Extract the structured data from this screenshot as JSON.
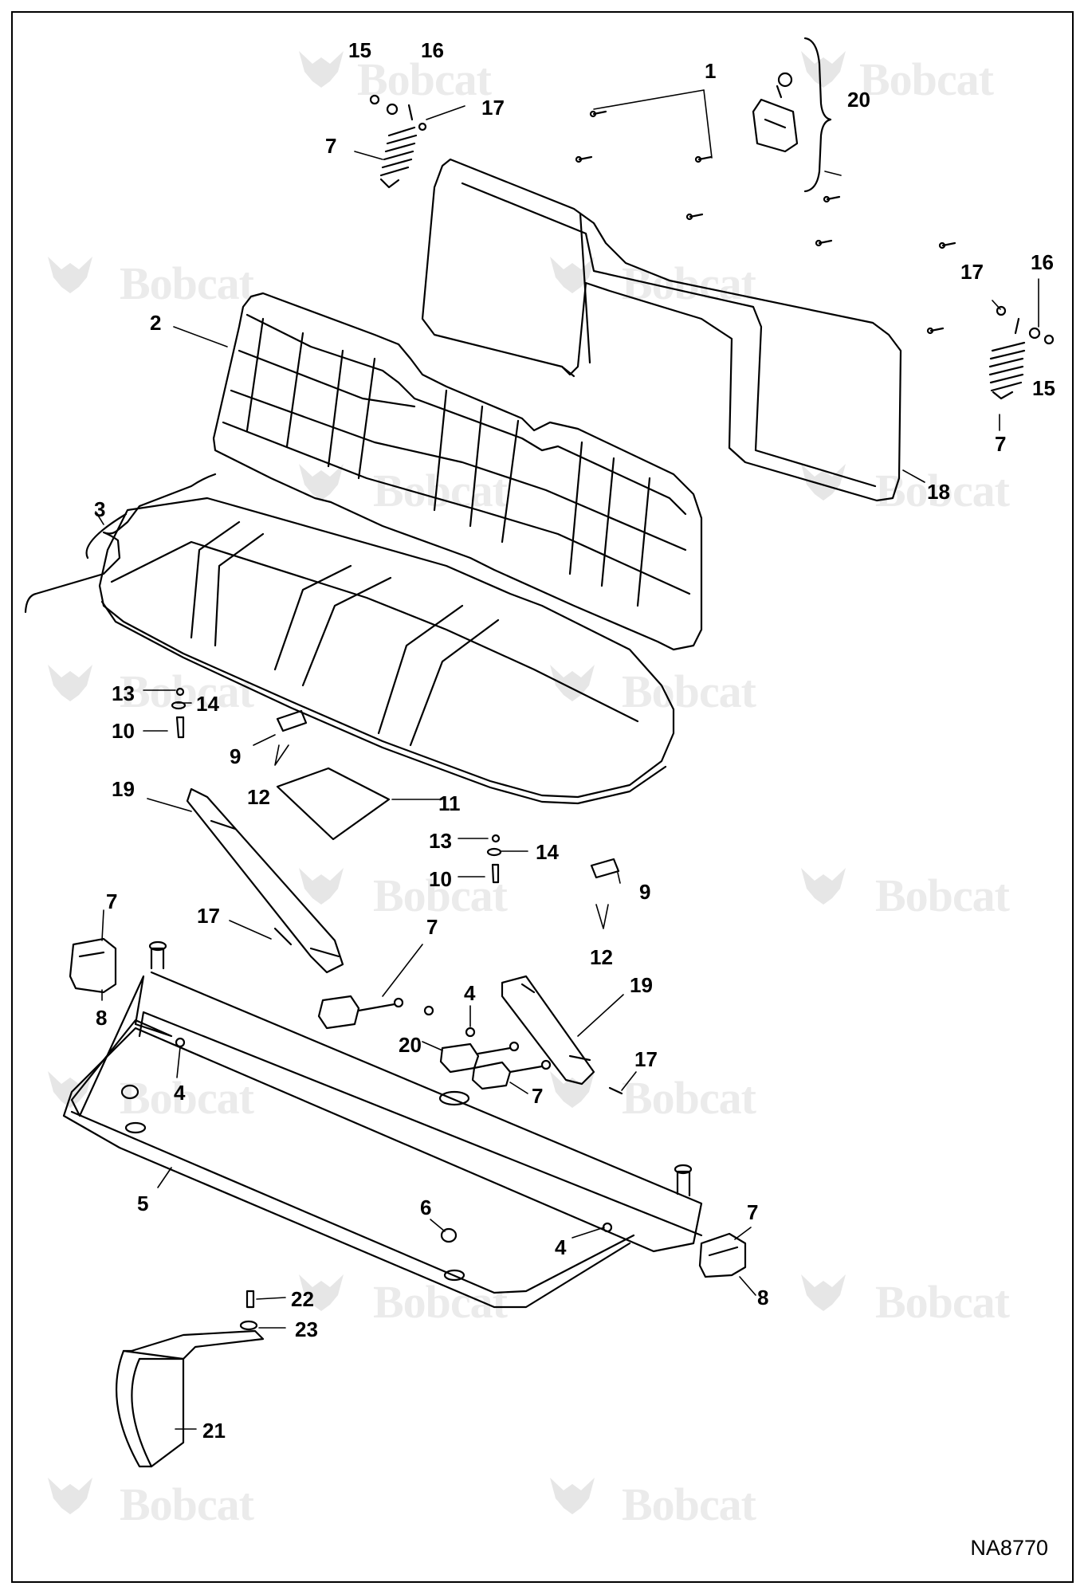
{
  "watermark": {
    "brand": "Bobcat"
  },
  "drawing_code": "NA8770",
  "callouts": {
    "c1": "1",
    "c2": "2",
    "c3": "3",
    "c4a": "4",
    "c4b": "4",
    "c4c": "4",
    "c5": "5",
    "c6": "6",
    "c7a": "7",
    "c7b": "7",
    "c7c": "7",
    "c7d": "7",
    "c7e": "7",
    "c7f": "7",
    "c8a": "8",
    "c8b": "8",
    "c9a": "9",
    "c9b": "9",
    "c10a": "10",
    "c10b": "10",
    "c11": "11",
    "c12a": "12",
    "c12b": "12",
    "c13a": "13",
    "c13b": "13",
    "c14a": "14",
    "c14b": "14",
    "c15a": "15",
    "c15b": "15",
    "c16a": "16",
    "c16b": "16",
    "c17a": "17",
    "c17b": "17",
    "c17c": "17",
    "c17d": "17",
    "c18": "18",
    "c19a": "19",
    "c19b": "19",
    "c20a": "20",
    "c20b": "20",
    "c21": "21",
    "c22": "22",
    "c23": "23"
  }
}
